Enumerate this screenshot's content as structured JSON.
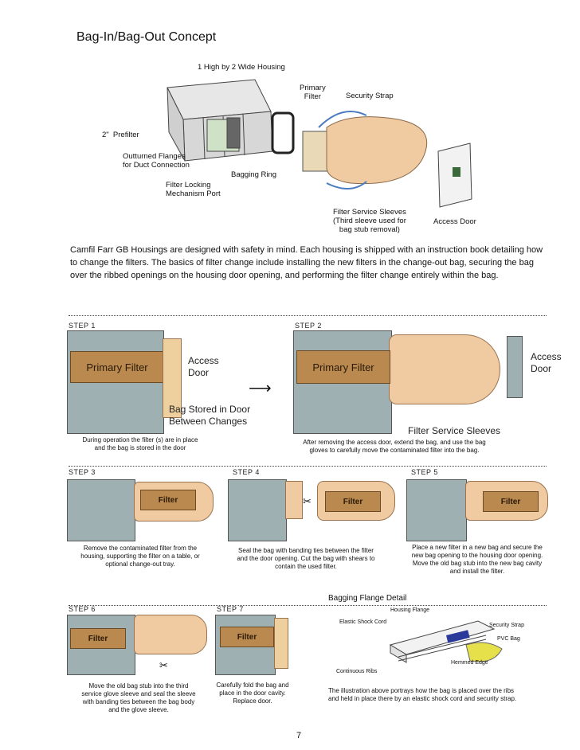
{
  "title": "Bag-In/Bag-Out Concept",
  "concept_diagram": {
    "housing_label": "1 High by 2 Wide Housing",
    "prefilter": "2\"  Prefilter",
    "flanges": "Outturned Flanges\nfor Duct Connection",
    "locking": "Filter Locking\nMechanism Port",
    "bagging_ring": "Bagging Ring",
    "primary_filter": "Primary\nFilter",
    "security_strap": "Security Strap",
    "sleeves": "Filter Service Sleeves\n(Third sleeve used for\nbag stub removal)",
    "access_door": "Access Door"
  },
  "intro": "Camfil Farr GB Housings are designed with safety in mind. Each housing is shipped with an instruction book detailing how to change the filters. The basics of filter change include installing the new filters in the change-out bag, securing the bag over the ribbed openings on the housing door opening, and performing the filter change entirely within the bag.",
  "steps": {
    "s1": {
      "label": "STEP  1",
      "filter": "Primary Filter",
      "door": "Access\nDoor",
      "bag": "Bag Stored in Door\nBetween Changes",
      "caption": "During operation the filter (s) are in place\nand the bag is stored in the door"
    },
    "s2": {
      "label": "STEP  2",
      "filter": "Primary Filter",
      "door": "Access\nDoor",
      "sleeves": "Filter Service Sleeves",
      "caption": "After removing the access door, extend the bag, and use the bag\ngloves to carefully move the contaminated filter into the bag."
    },
    "s3": {
      "label": "STEP  3",
      "filter": "Filter",
      "caption": "Remove the contaminated filter from the\nhousing, supporting the filter on a table, or\noptional change-out tray."
    },
    "s4": {
      "label": "STEP  4",
      "filter": "Filter",
      "caption": "Seal the bag with banding ties between the filter\nand the door opening. Cut the bag with shears to\ncontain the used filter."
    },
    "s5": {
      "label": "STEP  5",
      "filter": "Filter",
      "caption": "Place a new filter in a new bag and secure the\nnew bag opening to the housing door opening.\nMove the old bag stub into the new bag cavity\nand install the filter."
    },
    "s6": {
      "label": "STEP  6",
      "filter": "Filter",
      "caption": "Move the old bag stub into the third\nservice glove sleeve and seal the sleeve\nwith banding ties between the bag body\nand the glove sleeve."
    },
    "s7": {
      "label": "STEP  7",
      "filter": "Filter",
      "caption": "Carefully fold the bag and\nplace in the door cavity.\nReplace door."
    }
  },
  "flange_detail": {
    "title": "Bagging Flange Detail",
    "housing_flange": "Housing Flange",
    "shock_cord": "Elastic Shock Cord",
    "security_strap": "Security Strap",
    "pvc_bag": "PVC Bag",
    "hemmed_edge": "Hemmed Edge",
    "ribs": "Continuous Ribs",
    "caption": "The illustration above portrays how the bag is placed over the ribs\nand held in place there by an elastic shock cord and security strap."
  },
  "page_number": "7"
}
